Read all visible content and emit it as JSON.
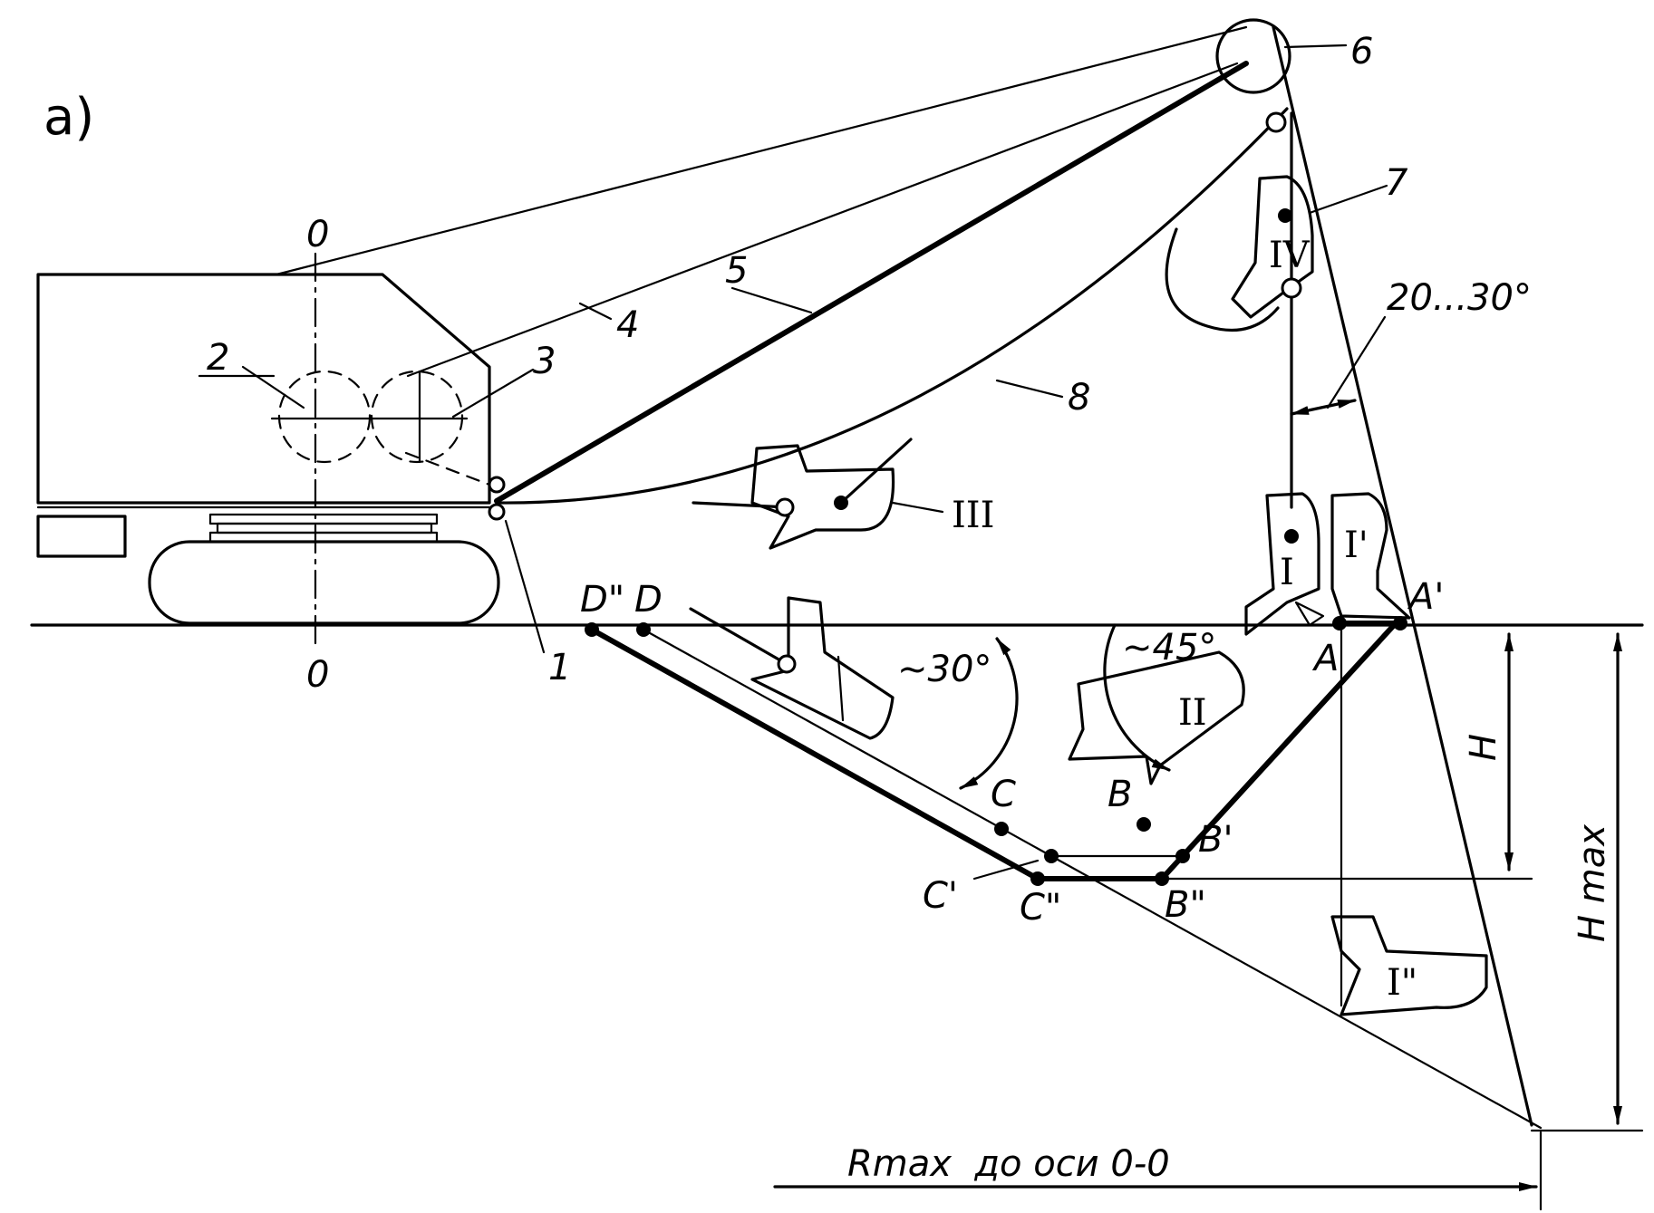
{
  "figure": {
    "panel_label": "a)"
  },
  "parts": [
    "1",
    "2",
    "3",
    "4",
    "5",
    "6",
    "7",
    "8"
  ],
  "axis": {
    "top": "0",
    "bottom": "0"
  },
  "positions": [
    "I",
    "I'",
    "I\"",
    "II",
    "III",
    "IV"
  ],
  "points": {
    "A": "A",
    "A1": "A'",
    "B": "B",
    "B1": "B'",
    "B2": "B\"",
    "C": "C",
    "C1": "C'",
    "C2": "C\"",
    "D": "D",
    "D2": "D\""
  },
  "angles": {
    "slope": "~30°",
    "scoop": "~45°",
    "cable": "20...30°"
  },
  "dimensions": {
    "depth": "H",
    "depth_max": "H max",
    "reach": "Rmax  до оси 0-0"
  }
}
